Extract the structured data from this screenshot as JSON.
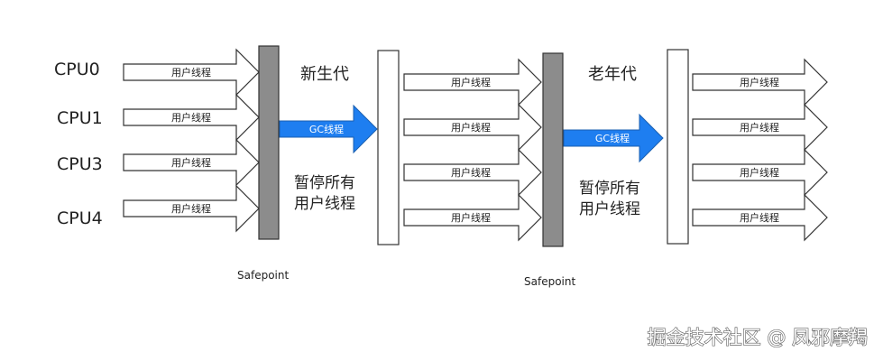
{
  "cpus": [
    "CPU0",
    "CPU1",
    "CPU3",
    "CPU4"
  ],
  "thread_label": "用户线程",
  "gc_label": "GC线程",
  "young_generation": "新生代",
  "old_generation": "老年代",
  "pause_line1": "暂停所有",
  "pause_line2": "用户线程",
  "safepoint": "Safepoint",
  "watermark": "掘金技术社区 @ 凤邪摩羯",
  "colors": {
    "safepoint_bar": "#8c8c8c",
    "gc_arrow": "#1e7ef0",
    "outline": "#333333"
  }
}
